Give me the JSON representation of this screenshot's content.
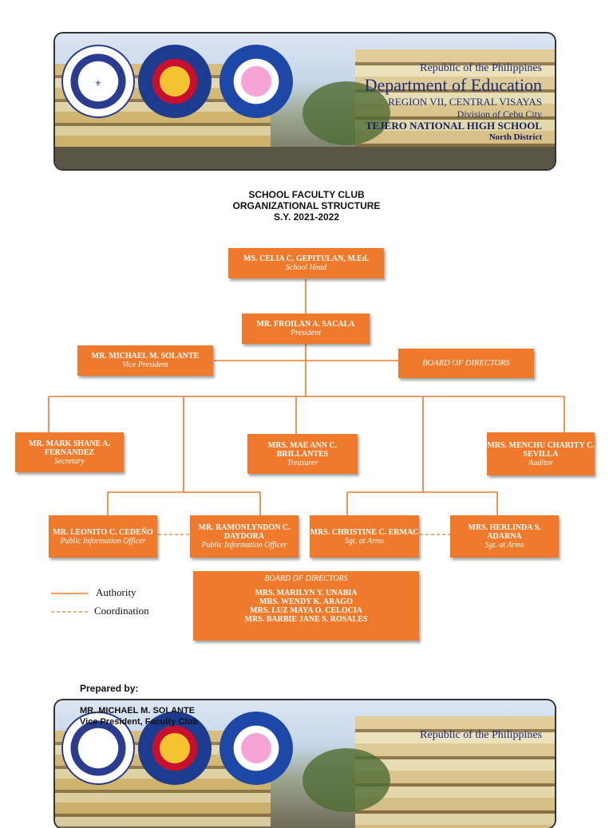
{
  "header": {
    "republic": "Republic of the Philippines",
    "department": "Department of Education",
    "region": "REGION VII, CENTRAL VISAYAS",
    "division": "Division of Cebu City",
    "school": "TEJERO NATIONAL HIGH SCHOOL",
    "district": "North District"
  },
  "title": {
    "line1": "SCHOOL FACULTY CLUB",
    "line2": "ORGANIZATIONAL STRUCTURE",
    "line3": "S.Y. 2021-2022"
  },
  "org": {
    "head": {
      "name": "MS. CELIA C. GEPITULAN, M.Ed.",
      "role": "School Head"
    },
    "president": {
      "name": "MR. FROILAN A. SACALA",
      "role": "President"
    },
    "vice_president": {
      "name": "MR. MICHAEL M. SOLANTE",
      "role": "Vice President"
    },
    "board_label": "BOARD OF DIRECTORS",
    "secretary": {
      "name": "MR. MARK SHANE A. FERNANDEZ",
      "role": "Secretary"
    },
    "treasurer": {
      "name": "MRS. MAE ANN C. BRILLANTES",
      "role": "Treasurer"
    },
    "auditor": {
      "name": "MRS. MENCHU CHARITY C. SEVILLA",
      "role": "Auditor"
    },
    "pio1": {
      "name": "MR. LEONITO C. CEDEÑO",
      "role": "Public Information Officer"
    },
    "pio2": {
      "name": "MR. RAMONLYNDON C. DAYDORA",
      "role": "Public Information Officer"
    },
    "sgt1": {
      "name": "MRS. CHRISTINE C. ERMAC",
      "role": "Sgt. at Arms"
    },
    "sgt2": {
      "name": "MRS. HERLINDA S. ADARNA",
      "role": "Sgt. at Arms"
    },
    "board": {
      "title": "BOARD OF DIRECTORS",
      "members": [
        "MRS. MARILYN Y. UNABIA",
        "MRS. WENDY K. ARAGO",
        "MRS. LUZ MAYA O. CELOCIA",
        "MRS. BARBIE JANE S. ROSALES"
      ]
    }
  },
  "legend": {
    "authority": "Authority",
    "coordination": "Coordination"
  },
  "footer": {
    "prepared_by": "Prepared by:",
    "name": "MR. MICHAEL M. SOLANTE",
    "position": "Vice President, Faculty Club"
  },
  "colors": {
    "box": "#f07a2c",
    "line": "#f07a2c"
  }
}
